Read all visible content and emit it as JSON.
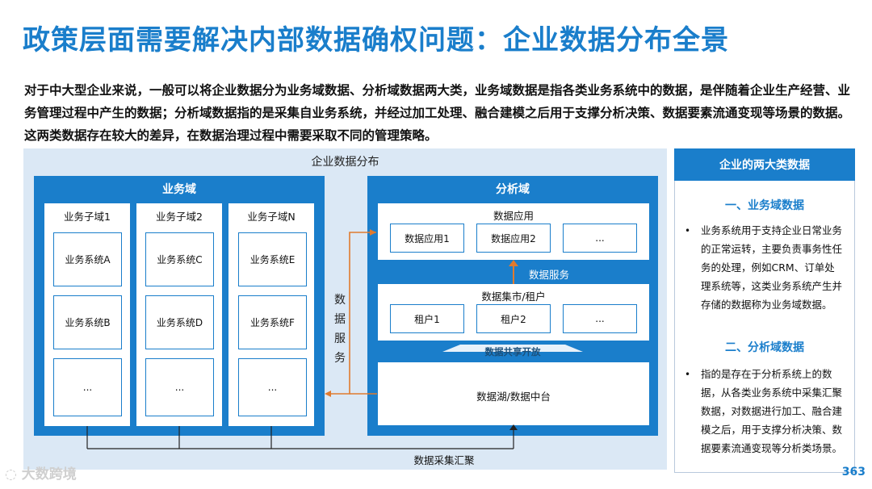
{
  "page": {
    "title": "政策层面需要解决内部数据确权问题：企业数据分布全景",
    "intro": "对于中大型企业来说，一般可以将企业数据分为业务域数据、分析域数据两大类，业务域数据是指各类业务系统中的数据，是伴随着企业生产经营、业务管理过程中产生的数据；分析域数据指的是采集自业务系统，并经过加工处理、融合建模之后用于支撑分析决策、数据要素流通变现等场景的数据。这两类数据存在较大的差异，在数据治理过程中需要采取不同的管理策略。",
    "page_number": "363",
    "watermark": "大数跨境"
  },
  "diagram": {
    "title": "企业数据分布",
    "business_domain": {
      "title": "业务域",
      "subdomains": [
        {
          "label": "业务子域1",
          "systems": [
            "业务系统A",
            "业务系统B",
            "..."
          ]
        },
        {
          "label": "业务子域2",
          "systems": [
            "业务系统C",
            "业务系统D",
            "..."
          ]
        },
        {
          "label": "业务子域N",
          "systems": [
            "业务系统E",
            "业务系统F",
            "..."
          ]
        }
      ]
    },
    "data_service_vertical": [
      "数",
      "据",
      "服",
      "务"
    ],
    "analysis_domain": {
      "title": "分析域",
      "apps": {
        "label": "数据应用",
        "items": [
          "数据应用1",
          "数据应用2",
          "..."
        ]
      },
      "service_label": "数据服务",
      "mart": {
        "label": "数据集市/租户",
        "items": [
          "租户1",
          "租户2",
          "..."
        ]
      },
      "share_label": "数据共享开放",
      "lake_label": "数据湖/数据中台"
    },
    "collect_label": "数据采集汇聚"
  },
  "sidebar": {
    "header": "企业的两大类数据",
    "sections": [
      {
        "heading": "一、业务域数据",
        "bullet": "业务系统用于支持企业日常业务的正常运转，主要负责事务性任务的处理，例如CRM、订单处理系统等，这类业务系统产生并存储的数据称为业务域数据。"
      },
      {
        "heading": "二、分析域数据",
        "bullet": "指的是存在于分析系统上的数据，从各类业务系统中采集汇聚数据，对数据进行加工、融合建模之后，用于支撑分析决策、数据要素流通变现等分析类场景。"
      }
    ],
    "bullet_symbol": "•"
  },
  "colors": {
    "accent": "#1a7ecb",
    "arrow": "#e07a2e",
    "diagram_bg": "#dbe8f5"
  }
}
